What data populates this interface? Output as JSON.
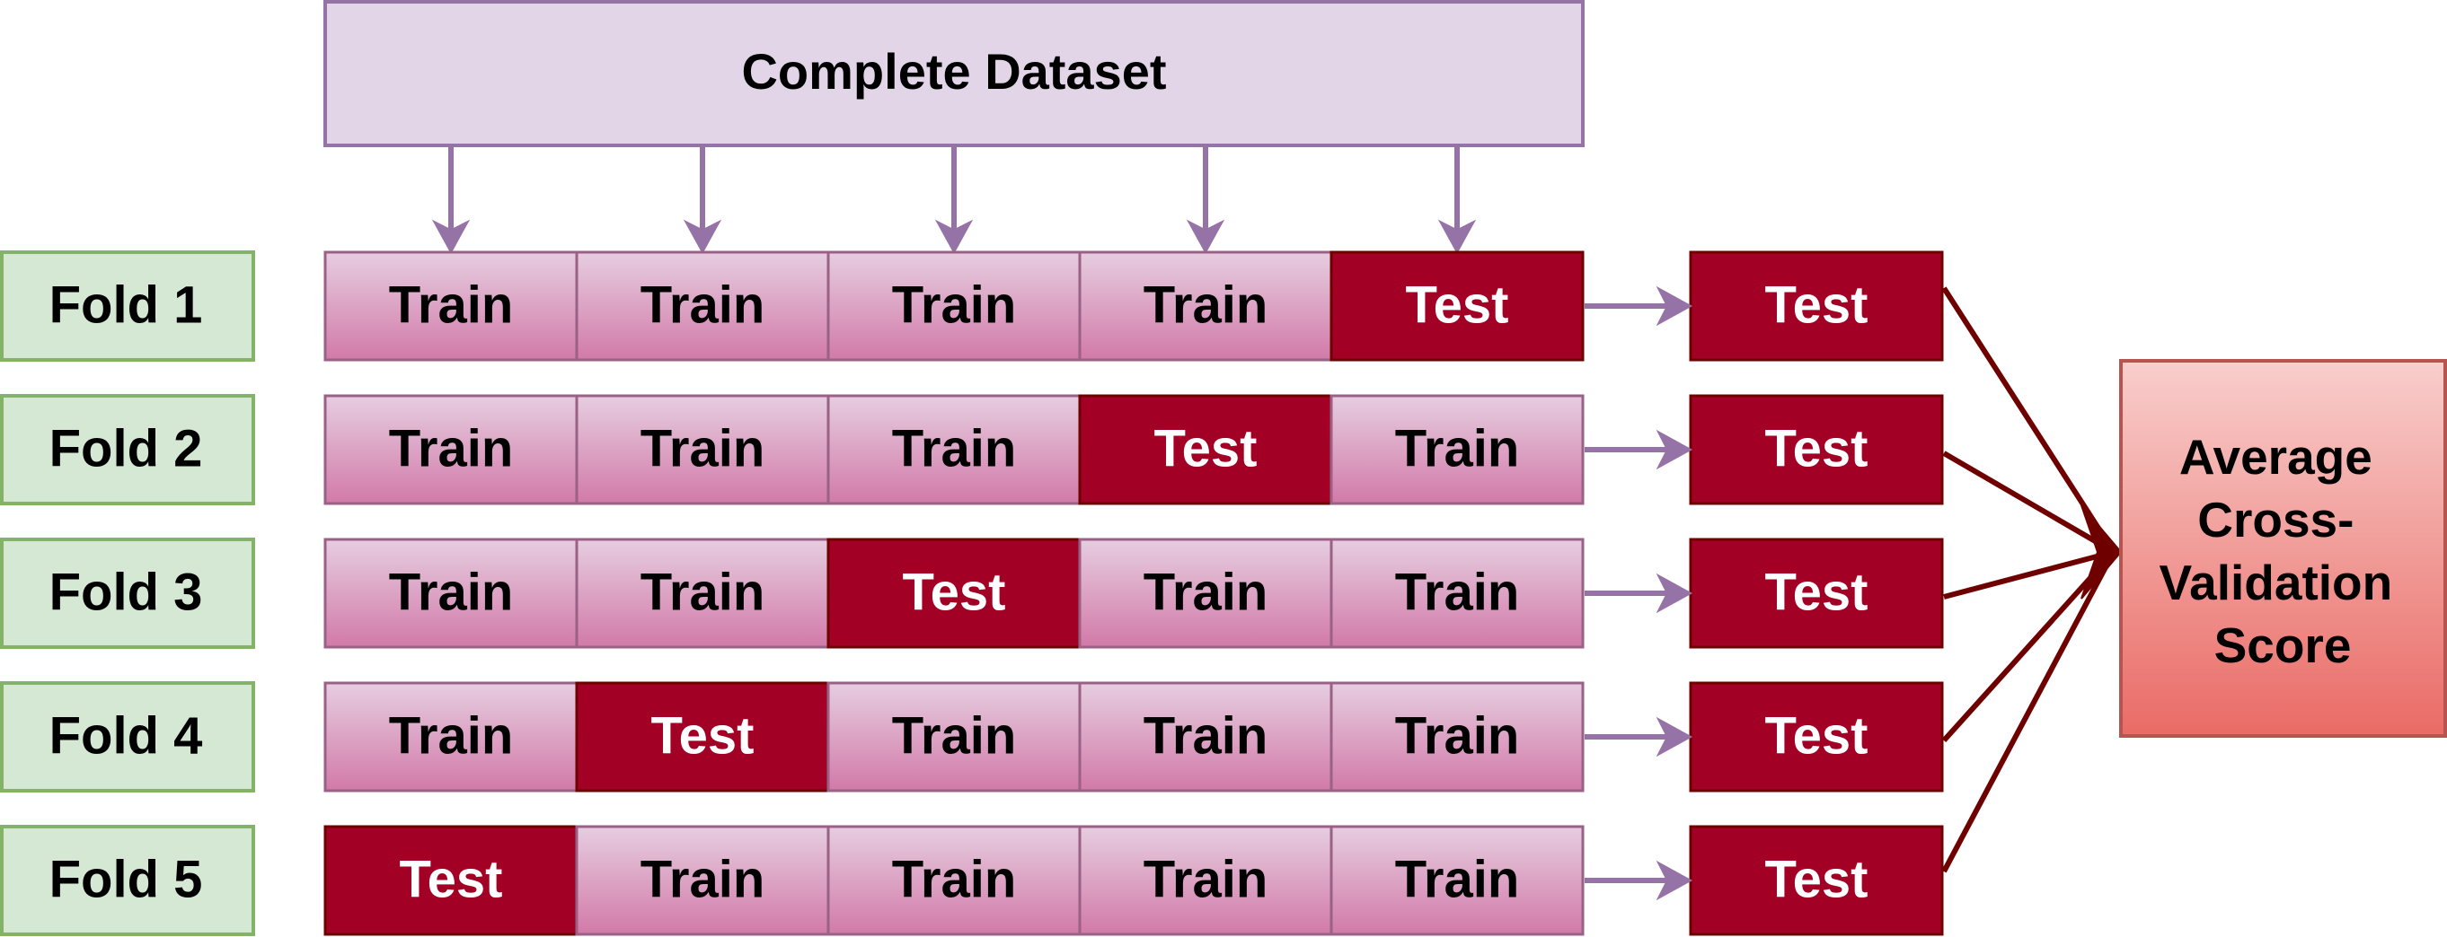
{
  "dataset": {
    "label": "Complete Dataset"
  },
  "folds": [
    {
      "label": "Fold 1",
      "cells": [
        "Train",
        "Train",
        "Train",
        "Train",
        "Test"
      ],
      "result": "Test"
    },
    {
      "label": "Fold 2",
      "cells": [
        "Train",
        "Train",
        "Train",
        "Test",
        "Train"
      ],
      "result": "Test"
    },
    {
      "label": "Fold 3",
      "cells": [
        "Train",
        "Train",
        "Test",
        "Train",
        "Train"
      ],
      "result": "Test"
    },
    {
      "label": "Fold 4",
      "cells": [
        "Train",
        "Test",
        "Train",
        "Train",
        "Train"
      ],
      "result": "Test"
    },
    {
      "label": "Fold 5",
      "cells": [
        "Test",
        "Train",
        "Train",
        "Train",
        "Train"
      ],
      "result": "Test"
    }
  ],
  "score": {
    "lines": [
      "Average",
      "Cross-",
      "Validation",
      "Score"
    ]
  },
  "colors": {
    "dataset_fill": "#e1d5e7",
    "dataset_stroke": "#9673a6",
    "fold_fill": "#d5e8d4",
    "fold_stroke": "#82b366",
    "train_top": "#e6cde0",
    "train_bottom": "#d27aa8",
    "train_stroke": "#996185",
    "test_fill": "#a20025",
    "test_stroke": "#6f0000",
    "score_top": "#f8cecc",
    "score_bottom": "#ea6b66",
    "score_stroke": "#b85450",
    "purple_arrow": "#9673a6",
    "dark_arrow": "#6f0000"
  }
}
